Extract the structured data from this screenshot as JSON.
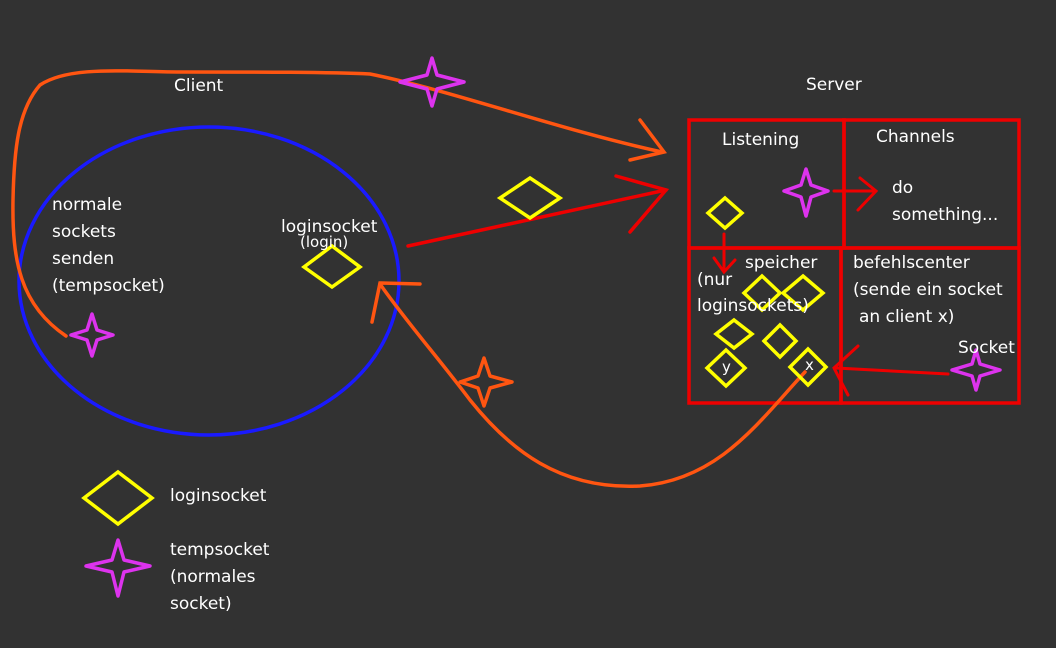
{
  "colors": {
    "background": "#323232",
    "client_ellipse": "#1a1aff",
    "server_box": "#ee0000",
    "loginsocket": "#ffff00",
    "tempsocket": "#dd33ee",
    "arrow_orange": "#ff5511",
    "arrow_red": "#ee0000",
    "text": "#ffffff"
  },
  "client": {
    "title": "Client",
    "normal_text": [
      "normale",
      "sockets",
      "senden",
      "(tempsocket)"
    ],
    "loginsocket_label": "loginsocket",
    "login_label": "(login)"
  },
  "server": {
    "title": "Server",
    "listening": "Listening",
    "channels": "Channels",
    "do_something": [
      "do",
      "something..."
    ],
    "speicher": "speicher",
    "speicher_note": [
      "(nur",
      "loginsockets)"
    ],
    "befehlscenter": [
      "befehlscenter",
      "(sende ein socket",
      "an client x)"
    ],
    "socket_label": "Socket",
    "slot_y": "y",
    "slot_x": "x"
  },
  "legend": {
    "loginsocket": "loginsocket",
    "tempsocket": [
      "tempsocket",
      "(normales",
      "socket)"
    ]
  }
}
